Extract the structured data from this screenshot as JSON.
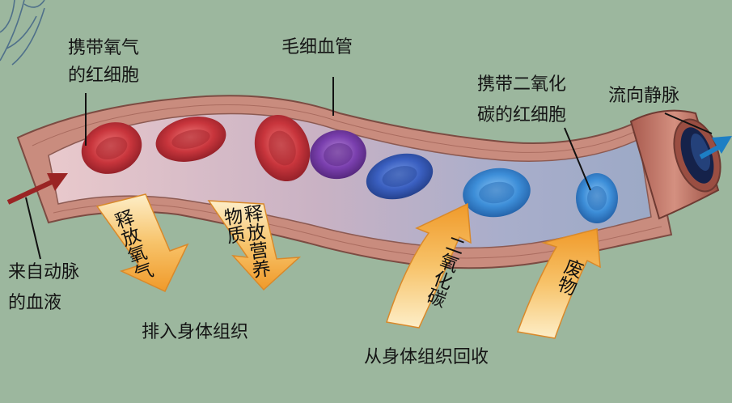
{
  "labels": {
    "oxygen_rbc_line1": "携带氧气",
    "oxygen_rbc_line2": "的红细胞",
    "capillary": "毛细血管",
    "co2_rbc_line1": "携带二氧化",
    "co2_rbc_line2": "碳的红细胞",
    "to_vein": "流向静脉",
    "from_artery_line1": "来自动脉",
    "from_artery_line2": "的血液",
    "discharge_to_tissue": "排入身体组织",
    "recover_from_tissue": "从身体组织回收"
  },
  "arrows": {
    "release_oxygen": "释放氧气",
    "release_nutrients": "释放营养物质",
    "co2": "二氧化碳",
    "waste": "废物"
  },
  "colors": {
    "background": "#9cb79e",
    "vessel_wall": "#c98c7e",
    "oxygen_cell": "#c8353c",
    "co2_cell": "#3d8ed8",
    "transition_cell": "#7a3fae",
    "arrow_fill": "#f4a93a",
    "artery_arrow": "#9a2424",
    "vein_arrow": "#1d7ec4"
  }
}
